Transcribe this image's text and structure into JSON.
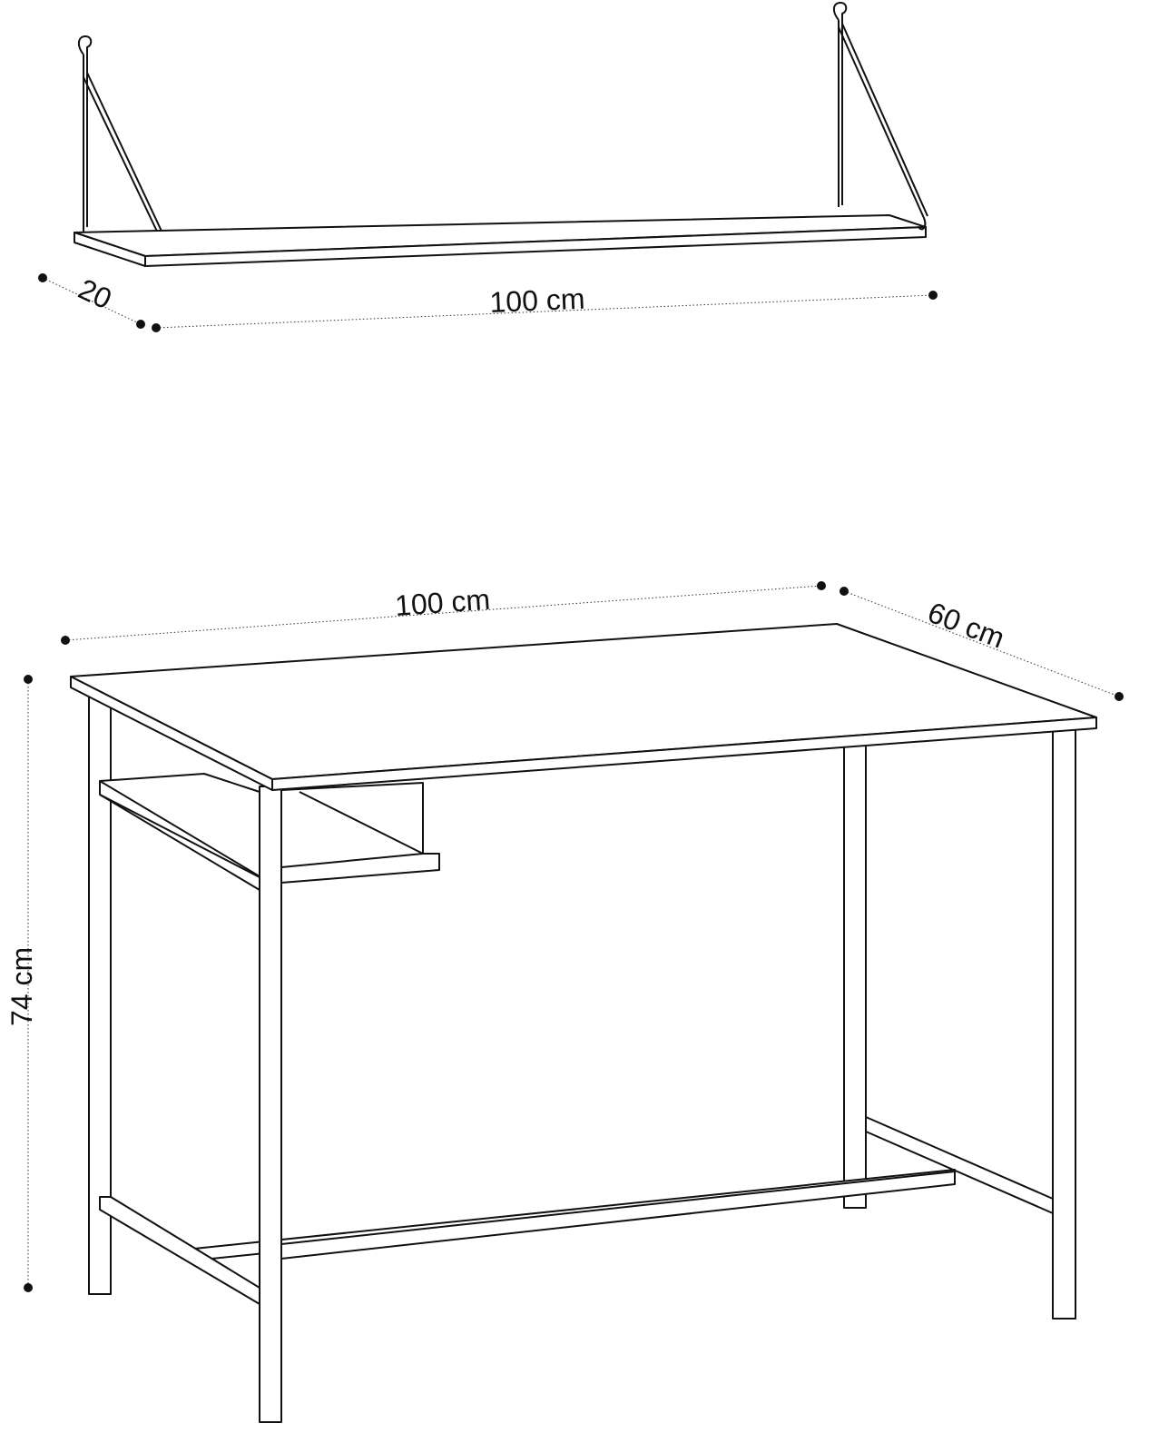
{
  "shelf": {
    "depth_label": "20",
    "width_label": "100 cm"
  },
  "desk": {
    "width_label": "100 cm",
    "depth_label": "60 cm",
    "height_label": "74 cm"
  }
}
